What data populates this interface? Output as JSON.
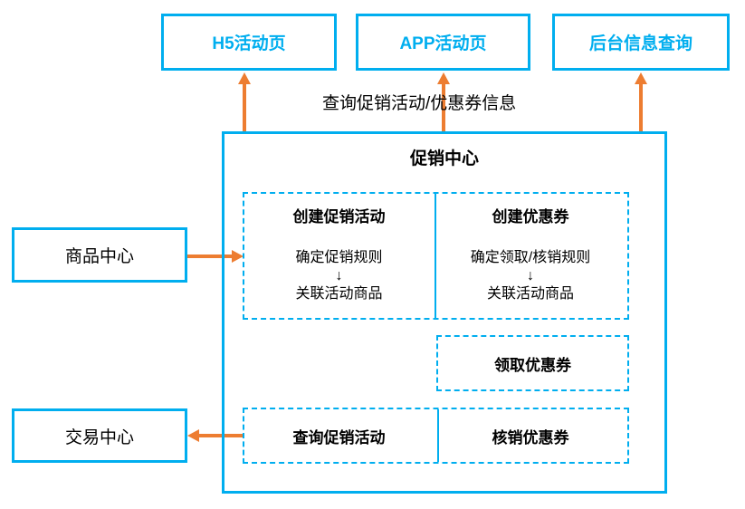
{
  "colors": {
    "line_cyan": "#00AEEF",
    "arrow_orange": "#ED7D31",
    "text_black": "#000000"
  },
  "top_boxes": [
    {
      "label": "H5活动页"
    },
    {
      "label": "APP活动页"
    },
    {
      "label": "后台信息查询"
    }
  ],
  "annotation": {
    "query_info_label": "查询促销活动/优惠券信息"
  },
  "promo_center": {
    "title": "促销中心",
    "create_promo": {
      "title": "创建促销活动",
      "step1": "确定促销规则",
      "down_arrow": "↓",
      "step2": "关联活动商品"
    },
    "create_coupon": {
      "title": "创建优惠券",
      "step1": "确定领取/核销规则",
      "down_arrow": "↓",
      "step2": "关联活动商品"
    },
    "receive_coupon_label": "领取优惠券",
    "query_promo_label": "查询促销活动",
    "verify_coupon_label": "核销优惠券"
  },
  "side_boxes": [
    {
      "label": "商品中心"
    },
    {
      "label": "交易中心"
    }
  ]
}
